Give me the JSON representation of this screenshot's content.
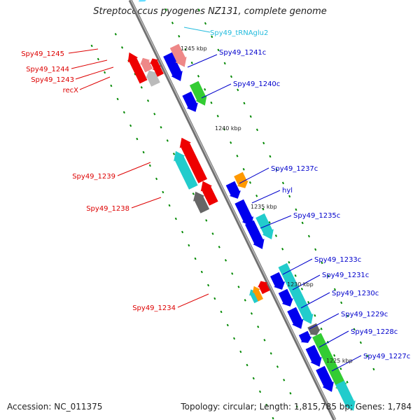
{
  "title": "Streptococcus pyogenes NZ131, complete genome",
  "footer": {
    "accession": "Accession: NC_011375",
    "summary": "Topology: circular; Length: 1,815,785 bp; Genes: 1,784"
  },
  "colors": {
    "backbone": "#8c8c8c",
    "forward_label": "#0000cc",
    "reverse_label": "#dd0000",
    "rna_label": "#22bbdd",
    "tick": "#008800",
    "gene_blue": "#0000ee",
    "gene_cyan": "#22cccc",
    "gene_green": "#33cc33",
    "gene_red": "#ee0000",
    "gene_pink": "#ee8888",
    "gene_gray": "#bbbbbb",
    "gene_darkgray": "#666666",
    "gene_orange": "#ff9900",
    "gene_lightblue": "#66ddff"
  },
  "scale_labels": [
    "1245 kbp",
    "1240 kbp",
    "1235 kbp",
    "1230 kbp",
    "1225 kbp"
  ],
  "gene_labels": [
    {
      "text": "Spy49_tRNAglu2",
      "strand": "rna"
    },
    {
      "text": "Spy49_1245",
      "strand": "reverse"
    },
    {
      "text": "Spy49_1244",
      "strand": "reverse"
    },
    {
      "text": "Spy49_1243",
      "strand": "reverse"
    },
    {
      "text": "recX",
      "strand": "reverse"
    },
    {
      "text": "Spy49_1241c",
      "strand": "forward"
    },
    {
      "text": "Spy49_1240c",
      "strand": "forward"
    },
    {
      "text": "Spy49_1239",
      "strand": "reverse"
    },
    {
      "text": "Spy49_1238",
      "strand": "reverse"
    },
    {
      "text": "Spy49_1237c",
      "strand": "forward"
    },
    {
      "text": "hyl",
      "strand": "forward"
    },
    {
      "text": "Spy49_1235c",
      "strand": "forward"
    },
    {
      "text": "Spy49_1234",
      "strand": "reverse"
    },
    {
      "text": "Spy49_1233c",
      "strand": "forward"
    },
    {
      "text": "Spy49_1231c",
      "strand": "forward"
    },
    {
      "text": "Spy49_1230c",
      "strand": "forward"
    },
    {
      "text": "Spy49_1229c",
      "strand": "forward"
    },
    {
      "text": "Spy49_1228c",
      "strand": "forward"
    },
    {
      "text": "Spy49_1227c",
      "strand": "forward"
    }
  ]
}
